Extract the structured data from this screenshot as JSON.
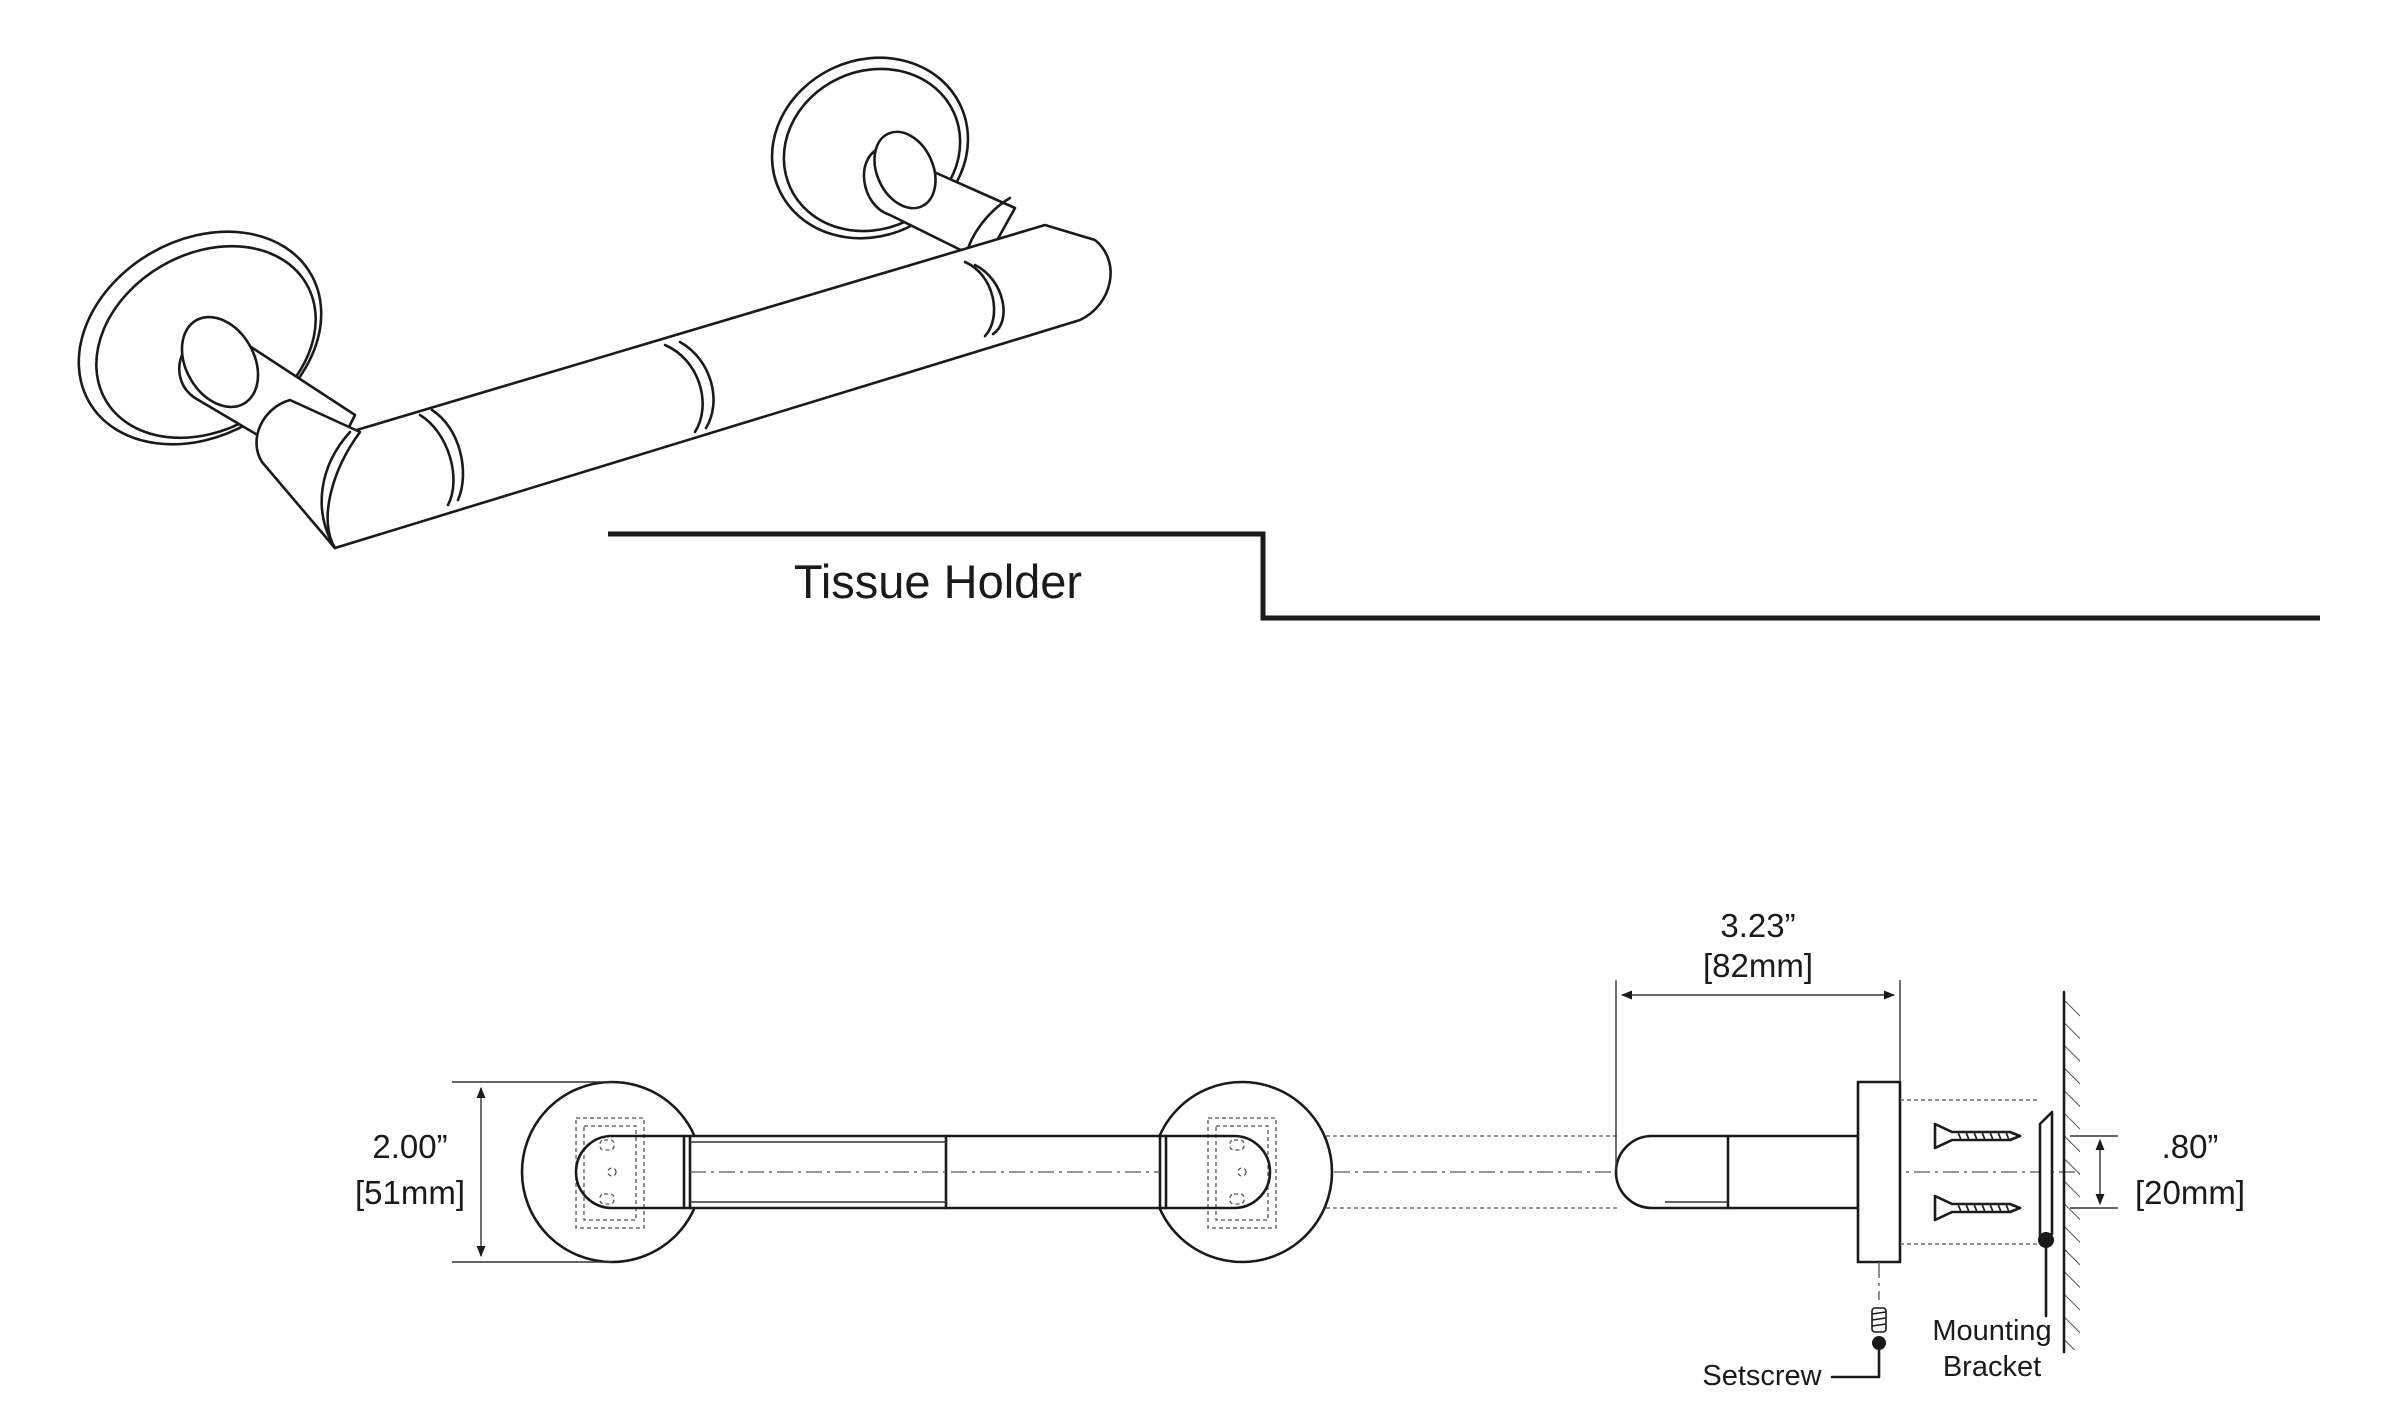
{
  "title": "Tissue Holder",
  "dimensions": {
    "height_in": "2.00”",
    "height_mm": "[51mm]",
    "projection_in": "3.23”",
    "projection_mm": "[82mm]",
    "screw_spacing_in": ".80”",
    "screw_spacing_mm": "[20mm]"
  },
  "callouts": {
    "setscrew": "Setscrew",
    "mounting_line1": "Mounting",
    "mounting_line2": "Bracket"
  }
}
